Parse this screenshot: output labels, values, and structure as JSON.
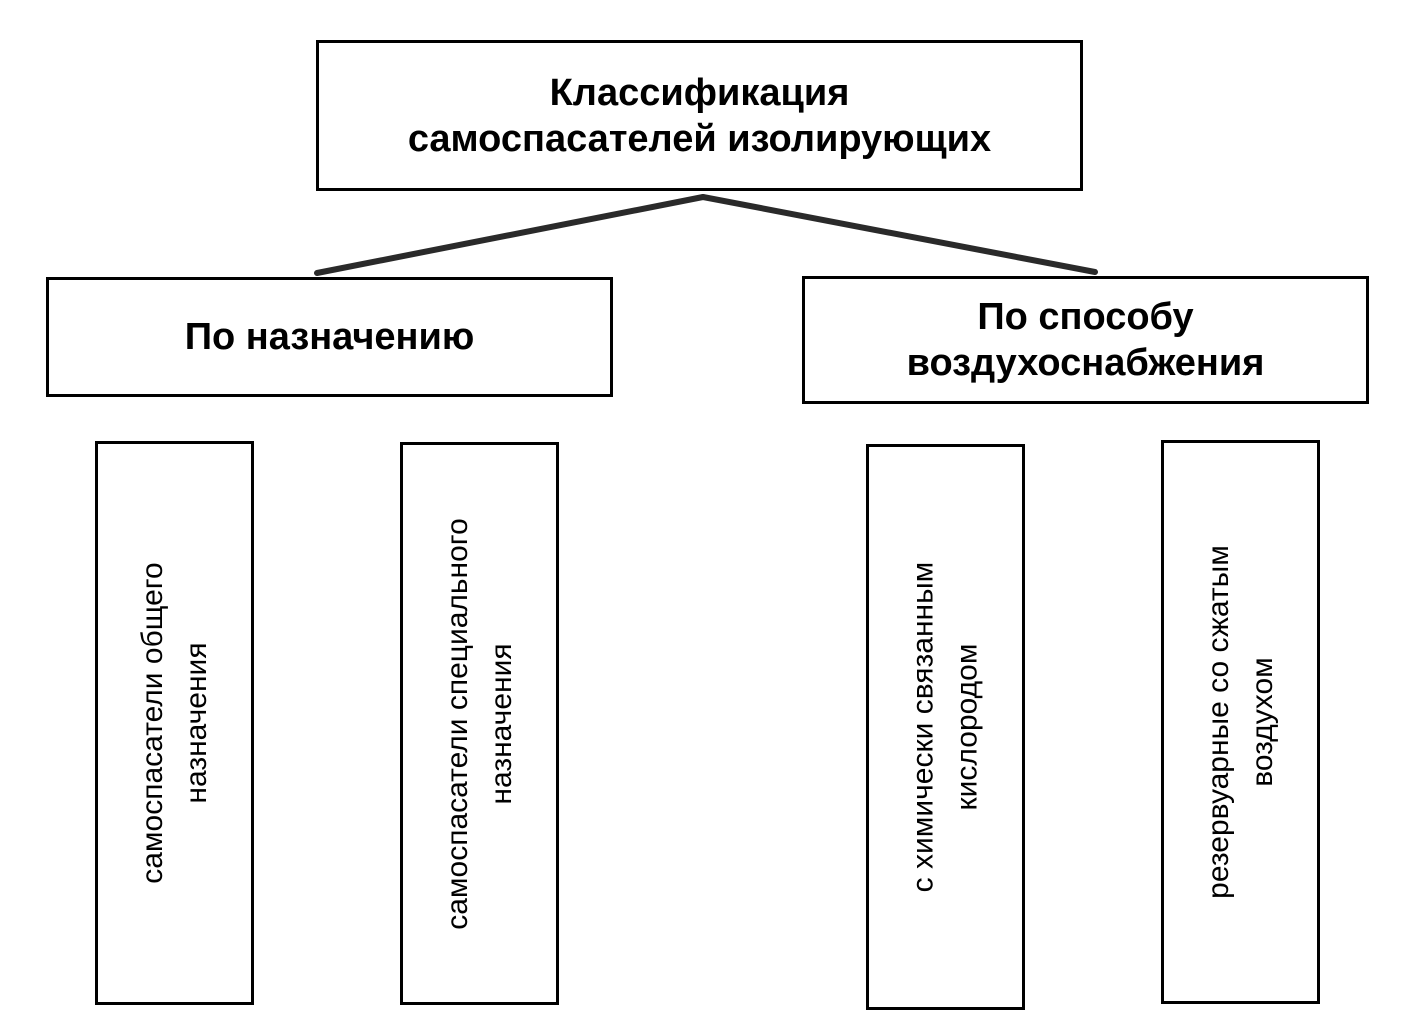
{
  "root": {
    "line1": "Классификация",
    "line2": "самоспасателей изолирующих"
  },
  "categories": [
    {
      "line1": "По назначению",
      "items": [
        {
          "line1": "самоспасатели общего",
          "line2": "назначения"
        },
        {
          "line1": "самоспасатели специального",
          "line2": "назначения"
        }
      ]
    },
    {
      "line1": "По способу",
      "line2": "воздухоснабжения",
      "items": [
        {
          "line1": "с химически связанным",
          "line2": "кислородом"
        },
        {
          "line1": "резервуарные со сжатым",
          "line2": "воздухом"
        }
      ]
    }
  ]
}
